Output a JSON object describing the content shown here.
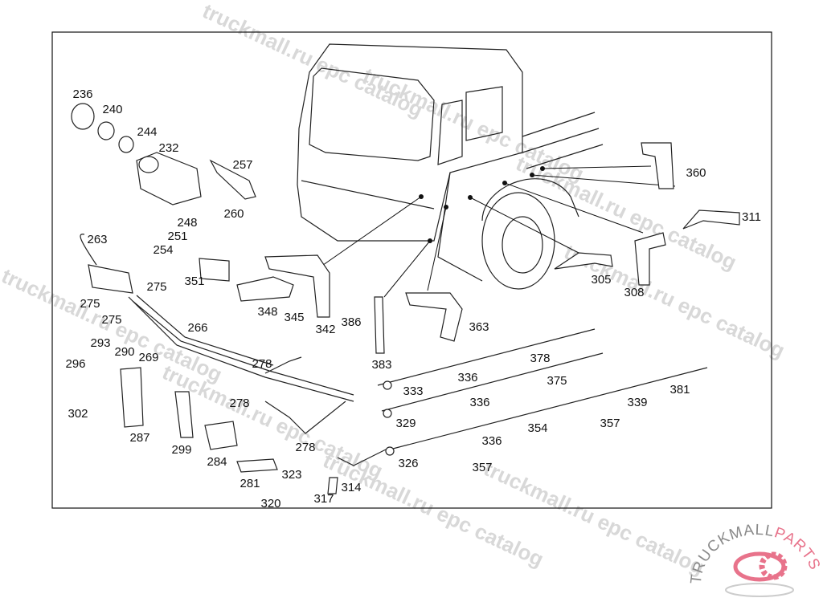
{
  "watermark": "truckmall.ru epc catalog",
  "logo": {
    "text_main": "TRUCKMALL",
    "text_accent": "PARTS",
    "color_main": "#8a8a8a",
    "color_accent": "#e8738b"
  },
  "labels": [
    "236",
    "240",
    "244",
    "232",
    "257",
    "260",
    "248",
    "251",
    "254",
    "263",
    "275",
    "275",
    "275",
    "351",
    "348",
    "345",
    "342",
    "386",
    "383",
    "363",
    "305",
    "308",
    "360",
    "311",
    "266",
    "293",
    "290",
    "269",
    "296",
    "278",
    "278",
    "278",
    "302",
    "287",
    "299",
    "284",
    "281",
    "323",
    "314",
    "320",
    "317",
    "336",
    "378",
    "375",
    "333",
    "336",
    "329",
    "339",
    "381",
    "354",
    "357",
    "336",
    "326",
    "357"
  ]
}
